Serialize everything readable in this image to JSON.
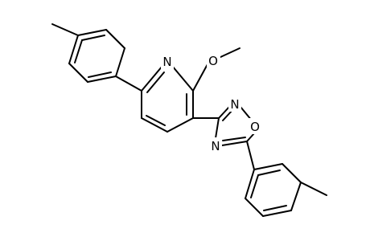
{
  "molecule": {
    "atom_labels": {
      "pyridine_n": "N",
      "methoxy_o": "O",
      "oxadiazole_n2": "N",
      "oxadiazole_o1": "O",
      "oxadiazole_n4": "N"
    },
    "colors": {
      "bond": "#000000",
      "label": "#000000",
      "background": "#ffffff"
    }
  }
}
